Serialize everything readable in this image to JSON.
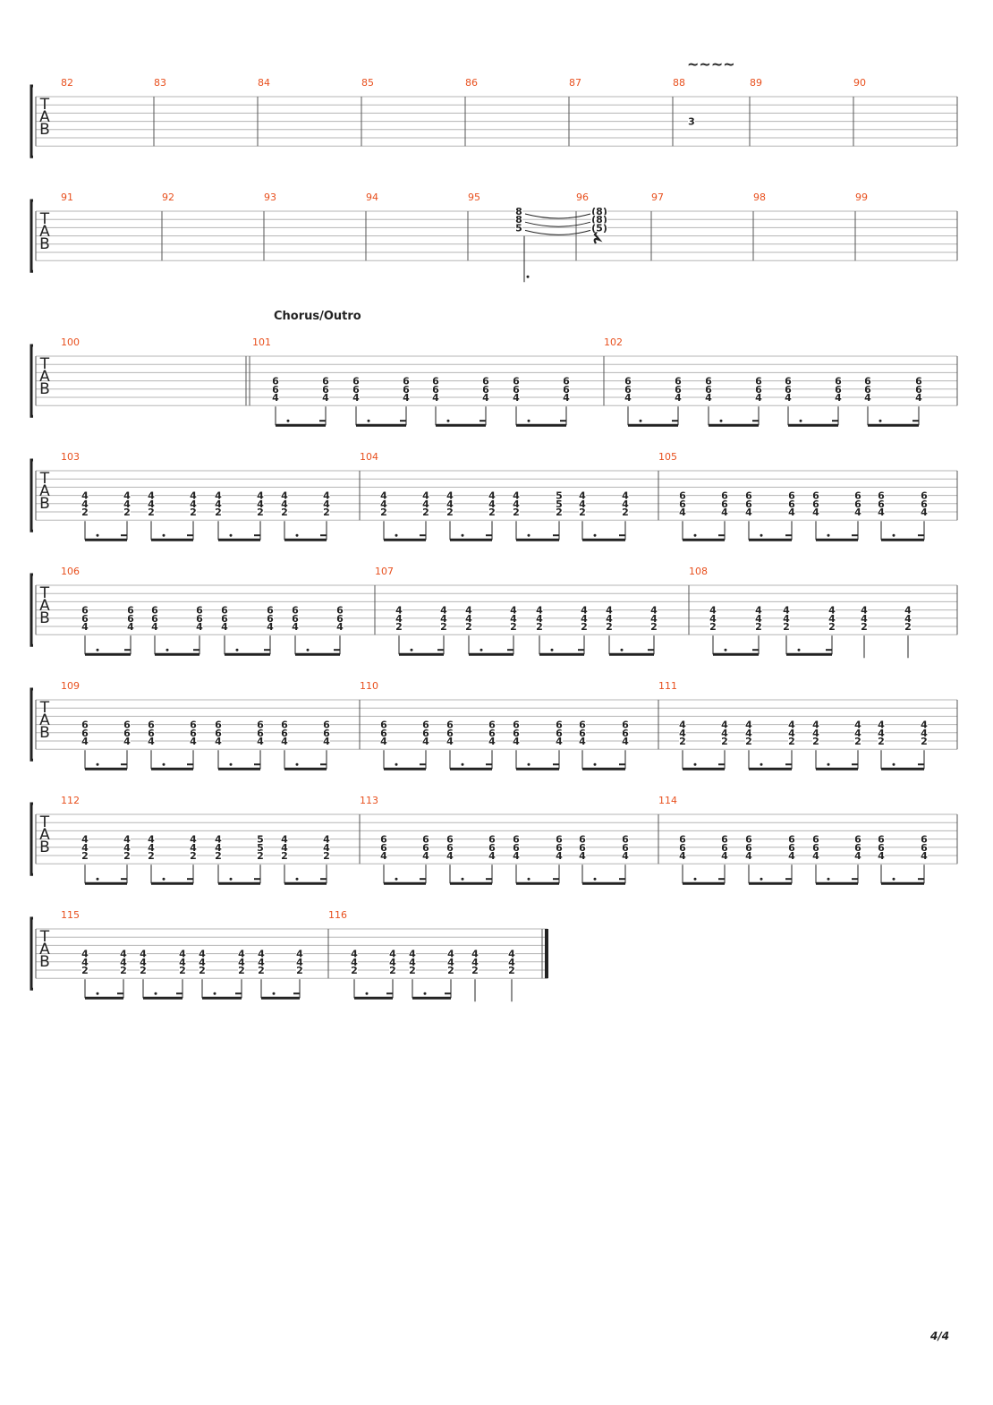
{
  "page_number": "4/4",
  "tab_clef": [
    "T",
    "A",
    "B"
  ],
  "section_label": "Chorus/Outro",
  "vibrato_symbol": "~~~~",
  "palette": {
    "measure_number": "#e8501e",
    "ink": "#222222",
    "staff_line": "#b5b5b5",
    "barline": "#555555"
  },
  "chord_shapes": {
    "A": [
      "6",
      "6",
      "4"
    ],
    "B": [
      "4",
      "4",
      "2"
    ],
    "C": [
      "5",
      "5",
      "2"
    ],
    "E": [
      "8",
      "8",
      "5"
    ],
    "F": [
      "(8)",
      "(8)",
      "(5)"
    ],
    "G": [
      "3"
    ]
  },
  "systems": [
    {
      "measures": [
        {
          "number": "82",
          "events": []
        },
        {
          "number": "83",
          "events": []
        },
        {
          "number": "84",
          "events": []
        },
        {
          "number": "85",
          "events": []
        },
        {
          "number": "86",
          "events": []
        },
        {
          "number": "87",
          "events": []
        },
        {
          "number": "88",
          "vibrato": true,
          "events": [
            {
              "shape": "G",
              "string": 4,
              "stem": false
            }
          ]
        },
        {
          "number": "89",
          "events": []
        },
        {
          "number": "90",
          "events": []
        }
      ]
    },
    {
      "measures": [
        {
          "number": "91",
          "events": []
        },
        {
          "number": "92",
          "events": []
        },
        {
          "number": "93",
          "events": []
        },
        {
          "number": "94",
          "events": []
        },
        {
          "number": "95",
          "rest": true,
          "events": [
            {
              "shape": "E",
              "string": 1,
              "stem": "long",
              "tie_next": true
            }
          ]
        },
        {
          "number": "96",
          "events": [
            {
              "shape": "F",
              "string": 1,
              "stem": false
            }
          ]
        },
        {
          "number": "97",
          "events": []
        },
        {
          "number": "98",
          "events": []
        },
        {
          "number": "99",
          "events": []
        }
      ]
    },
    {
      "section": true,
      "measures": [
        {
          "number": "100",
          "end_repeat": true,
          "events": []
        },
        {
          "number": "101",
          "pattern": "AAAAAAAA"
        },
        {
          "number": "102",
          "pattern": "AAAAAAAA"
        }
      ]
    },
    {
      "measures": [
        {
          "number": "103",
          "pattern": "BBBBBBBB"
        },
        {
          "number": "104",
          "pattern": "BBBBBCBB"
        },
        {
          "number": "105",
          "pattern": "AAAAAAAA"
        }
      ]
    },
    {
      "measures": [
        {
          "number": "106",
          "pattern": "AAAAAAAA"
        },
        {
          "number": "107",
          "pattern": "BBBBBBBB"
        },
        {
          "number": "108",
          "pattern": "BBBBBB",
          "tail_quarters": true
        }
      ]
    },
    {
      "measures": [
        {
          "number": "109",
          "pattern": "AAAAAAAA"
        },
        {
          "number": "110",
          "pattern": "AAAAAAAA"
        },
        {
          "number": "111",
          "pattern": "BBBBBBBB"
        }
      ]
    },
    {
      "measures": [
        {
          "number": "112",
          "pattern": "BBBBBCBB"
        },
        {
          "number": "113",
          "pattern": "AAAAAAAA"
        },
        {
          "number": "114",
          "pattern": "AAAAAAAA"
        }
      ]
    },
    {
      "measures": [
        {
          "number": "115",
          "pattern": "BBBBBBBB"
        },
        {
          "number": "116",
          "pattern": "BBBBBB",
          "tail_quarters": true,
          "final": true
        }
      ]
    }
  ]
}
